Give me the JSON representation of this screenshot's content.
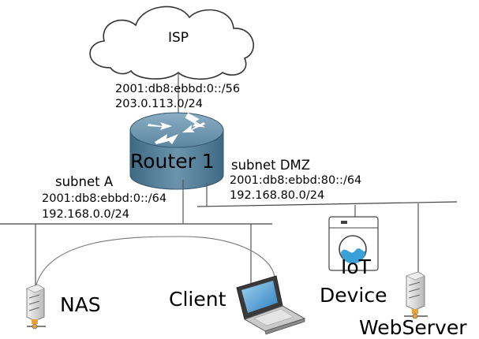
{
  "nodes": {
    "isp": {
      "label": "ISP"
    },
    "router": {
      "label": "Router 1"
    },
    "nas": {
      "label": "NAS"
    },
    "client": {
      "label": "Client"
    },
    "iot": {
      "label_line1": "IoT",
      "label_line2": "Device"
    },
    "webserver": {
      "label": "WebServer"
    }
  },
  "links": {
    "uplink": {
      "ipv6": "2001:db8:ebbd:0::/56",
      "ipv4": "203.0.113.0/24"
    }
  },
  "subnets": {
    "a": {
      "name": "subnet A",
      "ipv6": "2001:db8:ebbd:0::/64",
      "ipv4": "192.168.0.0/24"
    },
    "dmz": {
      "name": "subnet DMZ",
      "ipv6": "2001:db8:ebbd:80::/64",
      "ipv4": "192.168.80.0/24"
    }
  },
  "colors": {
    "router_top": "#6a8ca3",
    "router_side": "#4d7891",
    "server_body": "#d8d8d8",
    "iot_accent": "#3aa0d8",
    "link_line": "#555555"
  }
}
